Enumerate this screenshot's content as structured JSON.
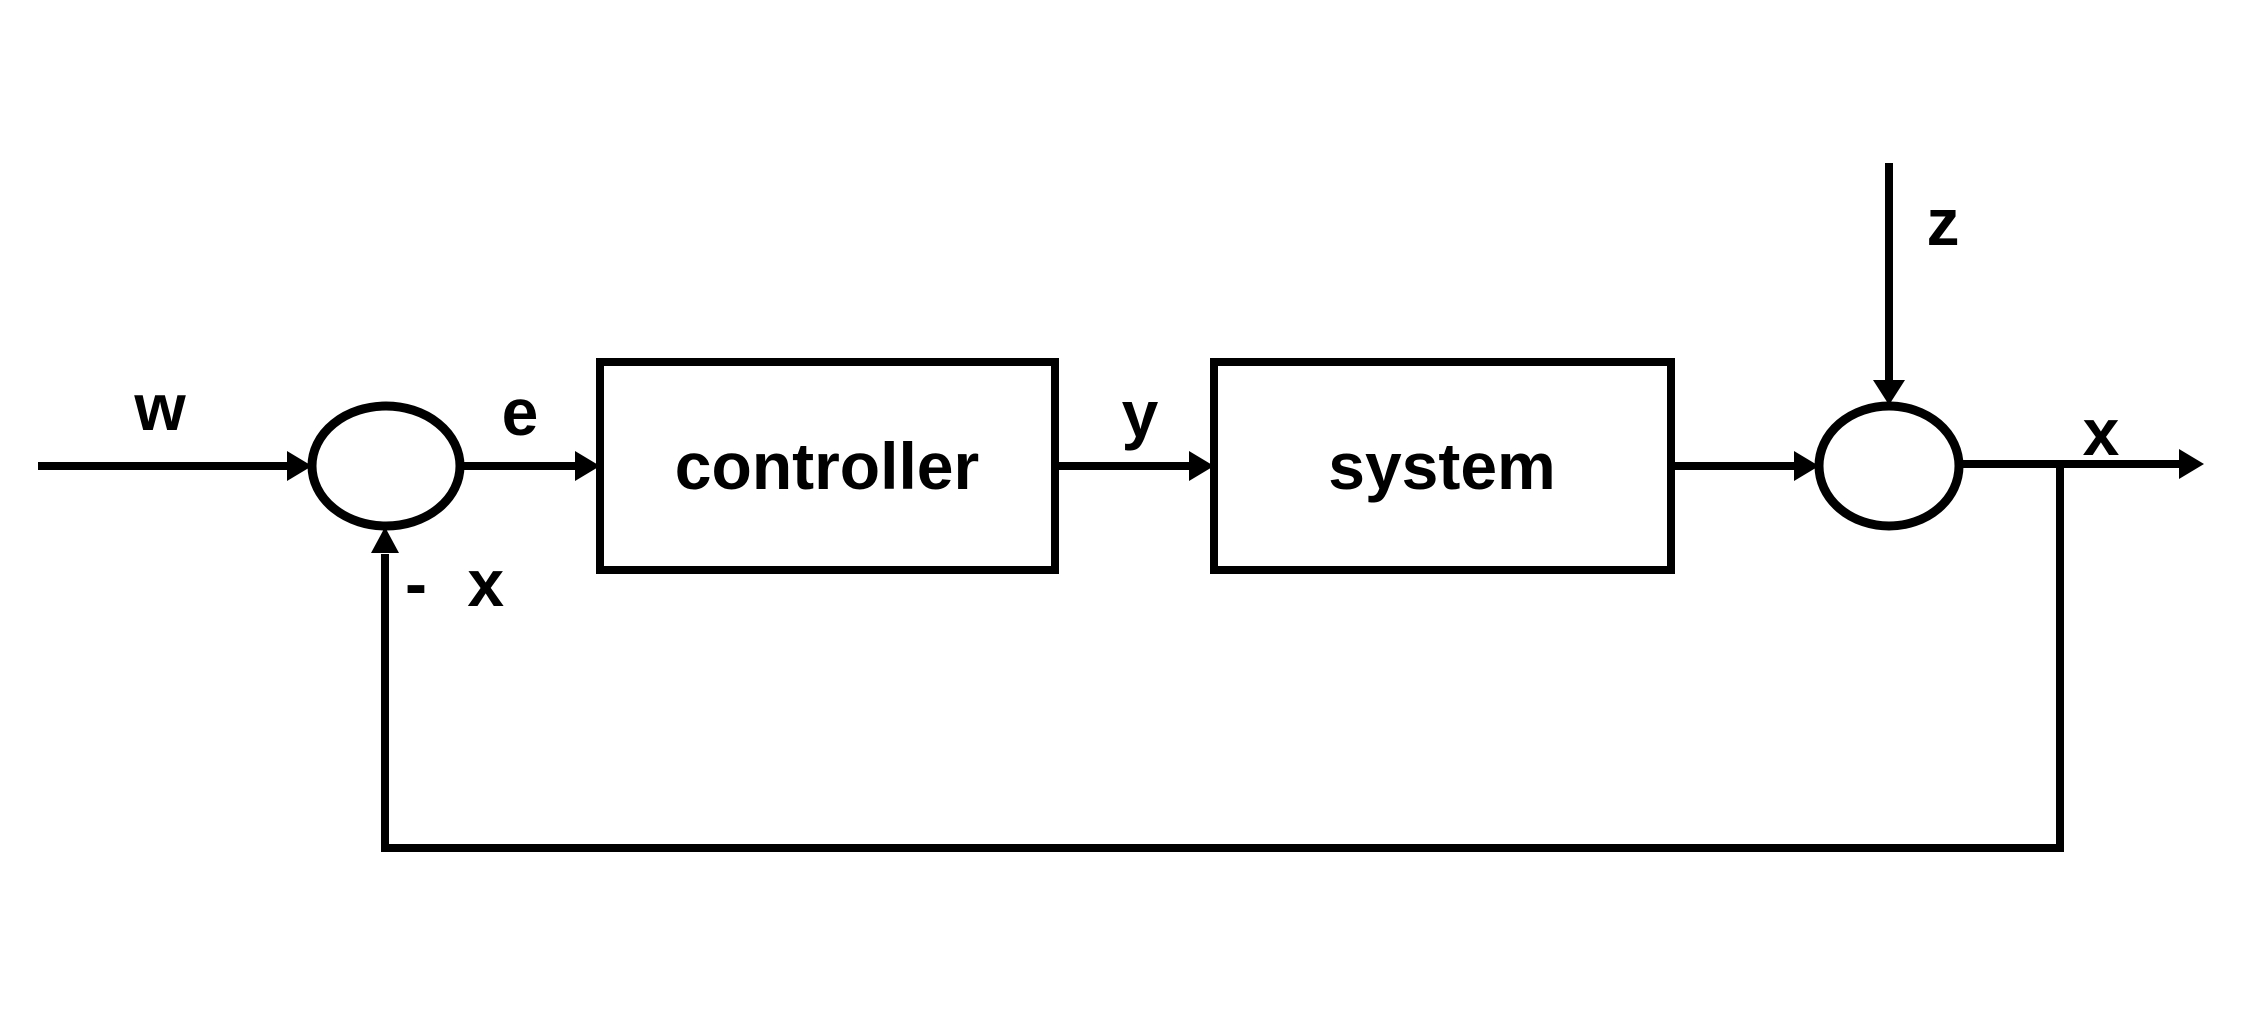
{
  "colors": {
    "background": "#ffffff",
    "line": "#000000"
  },
  "blocks": {
    "controller": {
      "label": "controller"
    },
    "system": {
      "label": "system"
    }
  },
  "signals": {
    "reference_input": "w",
    "error": "e",
    "controller_output": "y",
    "disturbance": "z",
    "output": "x",
    "feedback": "- x"
  }
}
